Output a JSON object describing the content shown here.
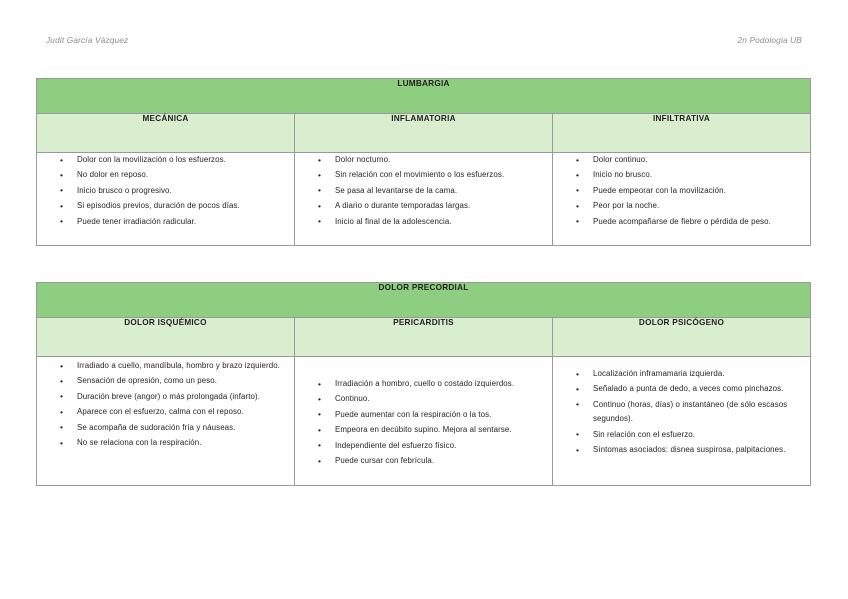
{
  "header": {
    "author": "Judit García Vázquez",
    "course": "2n Podologia UB"
  },
  "colors": {
    "title_row": "#8ece80",
    "subtitle_row": "#d9edcf",
    "border": "#9a9a9a",
    "text": "#231f20",
    "header_text": "#8d8d8d"
  },
  "tables": [
    {
      "id": "lumbargia",
      "title": "LUMBARGIA",
      "columns": [
        {
          "heading": "MECÁNICA",
          "items": [
            "Dolor con la movilización o los esfuerzos.",
            "No dolor en reposo.",
            "Inicio brusco o progresivo.",
            "Si episodios previos, duración de pocos días.",
            "Puede tener irradiación radicular."
          ]
        },
        {
          "heading": "INFLAMATORIA",
          "items": [
            "Dolor nocturno.",
            "Sin relación con el movimiento o los esfuerzos.",
            "Se pasa al levantarse de la cama.",
            "A diario o durante temporadas largas.",
            "Inicio al final de la adolescencia."
          ]
        },
        {
          "heading": "INFILTRATIVA",
          "items": [
            "Dolor continuo.",
            "Inicio no brusco.",
            "Puede empeorar con la movilización.",
            "Peor por la noche.",
            "Puede acompañarse de fiebre o pérdida de peso."
          ]
        }
      ]
    },
    {
      "id": "precordial",
      "title": "DOLOR PRECORDIAL",
      "columns": [
        {
          "heading": "DOLOR ISQUÉMICO",
          "items": [
            "Irradiado a cuello, mandíbula, hombro y brazo izquierdo.",
            "Sensación de opresión, como un peso.",
            "Duración breve (angor) o más prolongada (infarto).",
            "Aparece con el esfuerzo, calma con el reposo.",
            "Se acompaña de sudoración fría y náuseas.",
            "No se relaciona con la respiración."
          ]
        },
        {
          "heading": "PERICARDITIS",
          "items": [
            "Irradiación a hombro, cuello o costado izquierdos.",
            "Continuo.",
            "Puede aumentar con la respiración o la tos.",
            "Empeora en decúbito supino. Mejora al sentarse.",
            "Independiente del esfuerzo físico.",
            "Puede cursar con febrícula."
          ]
        },
        {
          "heading": "DOLOR PSICÓGENO",
          "items": [
            "Localización inframamaria izquierda.",
            "Señalado a punta de dedo, a veces como pinchazos.",
            "Continuo (horas, días) o instantáneo (de sólo escasos segundos).",
            "Sin relación con el esfuerzo.",
            "Síntomas asociados: disnea suspirosa, palpitaciones."
          ]
        }
      ]
    }
  ]
}
